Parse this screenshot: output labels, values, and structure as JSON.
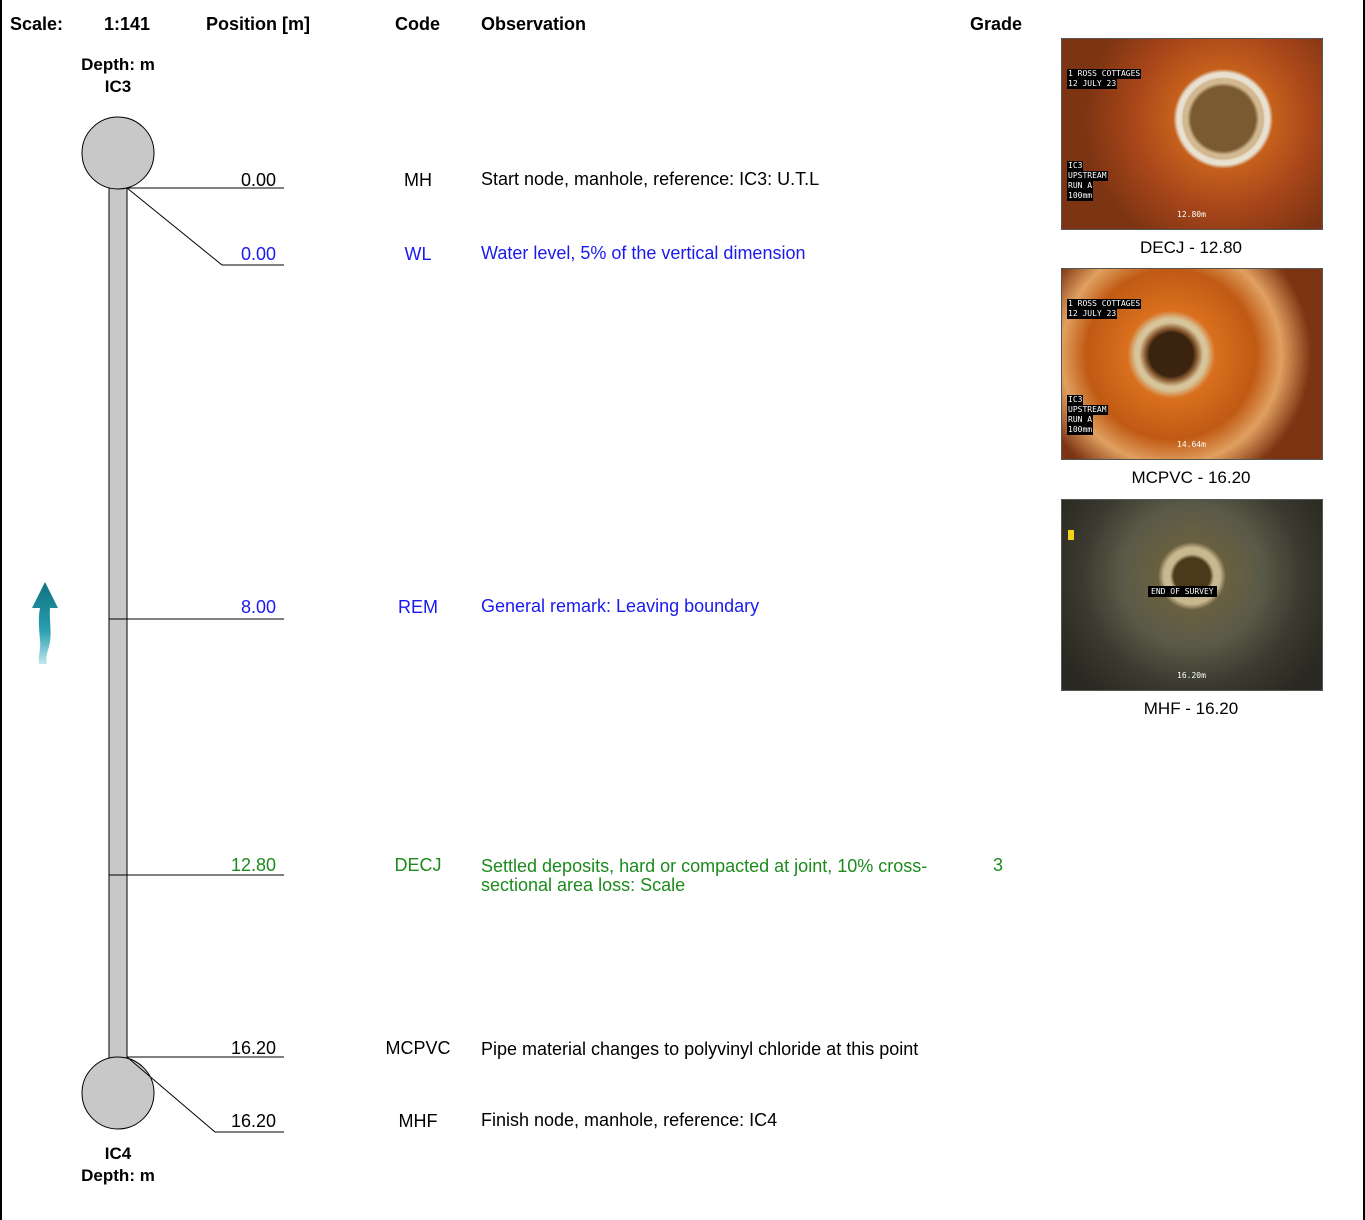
{
  "header": {
    "scale_label": "Scale:",
    "scale_value": "1:141",
    "position_label": "Position [m]",
    "code_label": "Code",
    "observation_label": "Observation",
    "grade_label": "Grade"
  },
  "start_node": {
    "depth_label": "Depth: m",
    "name": "IC3"
  },
  "finish_node": {
    "depth_label": "Depth: m",
    "name": "IC4"
  },
  "flow_direction": "upstream-arrow-icon",
  "colors": {
    "default": "#000000",
    "info": "#1a1af0",
    "service": "#1c8a1c",
    "pipe": "#c8c8c8",
    "arrow": "#1a7f8e"
  },
  "observations": [
    {
      "position": "0.00",
      "code": "MH",
      "text": "Start node, manhole, reference: IC3: U.T.L",
      "grade": "",
      "color": "#000000"
    },
    {
      "position": "0.00",
      "code": "WL",
      "text": "Water level, 5% of the vertical dimension",
      "grade": "",
      "color": "#1a1af0"
    },
    {
      "position": "8.00",
      "code": "REM",
      "text": "General remark: Leaving boundary",
      "grade": "",
      "color": "#1a1af0"
    },
    {
      "position": "12.80",
      "code": "DECJ",
      "text": "Settled deposits, hard or compacted at joint, 10% cross-sectional area loss: Scale",
      "grade": "3",
      "color": "#1c8a1c"
    },
    {
      "position": "16.20",
      "code": "MCPVC",
      "text": "Pipe material changes to polyvinyl chloride at this point",
      "grade": "",
      "color": "#000000"
    },
    {
      "position": "16.20",
      "code": "MHF",
      "text": "Finish node, manhole, reference: IC4",
      "grade": "",
      "color": "#000000"
    }
  ],
  "photos": [
    {
      "caption": "DECJ - 12.80",
      "osd_top": [
        "1 ROSS COTTAGES",
        "12 JULY 23"
      ],
      "osd_bottom": [
        "IC3",
        "UPSTREAM",
        "RUN A",
        "100mm"
      ],
      "distance": "12.80m"
    },
    {
      "caption": "MCPVC - 16.20",
      "osd_top": [
        "1 ROSS COTTAGES",
        "12 JULY 23"
      ],
      "osd_bottom": [
        "IC3",
        "UPSTREAM",
        "RUN A",
        "100mm"
      ],
      "distance": "14.64m"
    },
    {
      "caption": "MHF - 16.20",
      "osd_center": "END OF SURVEY",
      "distance": "16.20m"
    }
  ]
}
